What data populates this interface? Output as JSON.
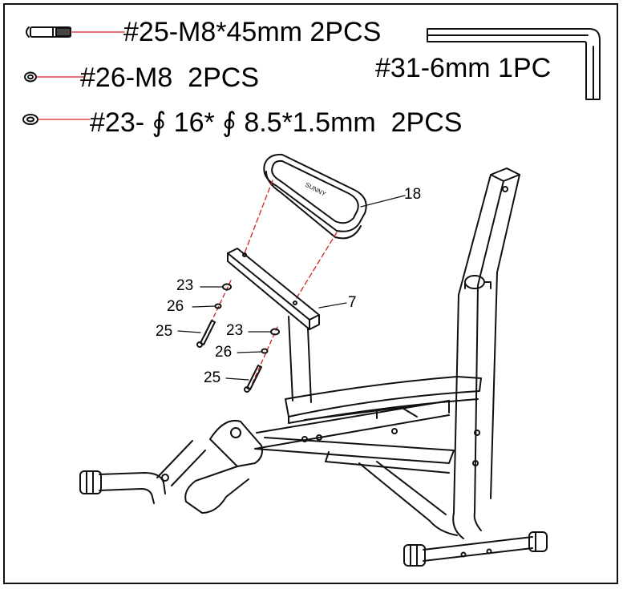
{
  "parts_list": {
    "item_25": "#25-M8*45mm 2PCS",
    "item_26": "#26-M8  2PCS",
    "item_23": "#23- ∮ 16* ∮ 8.5*1.5mm  2PCS",
    "item_31": "#31-6mm 1PC"
  },
  "callouts": {
    "c18": "18",
    "c7": "7",
    "c23a": "23",
    "c26a": "26",
    "c25a": "25",
    "c23b": "23",
    "c26b": "26",
    "c25b": "25"
  },
  "colors": {
    "leader_line": "#d42020",
    "ink": "#111111"
  }
}
